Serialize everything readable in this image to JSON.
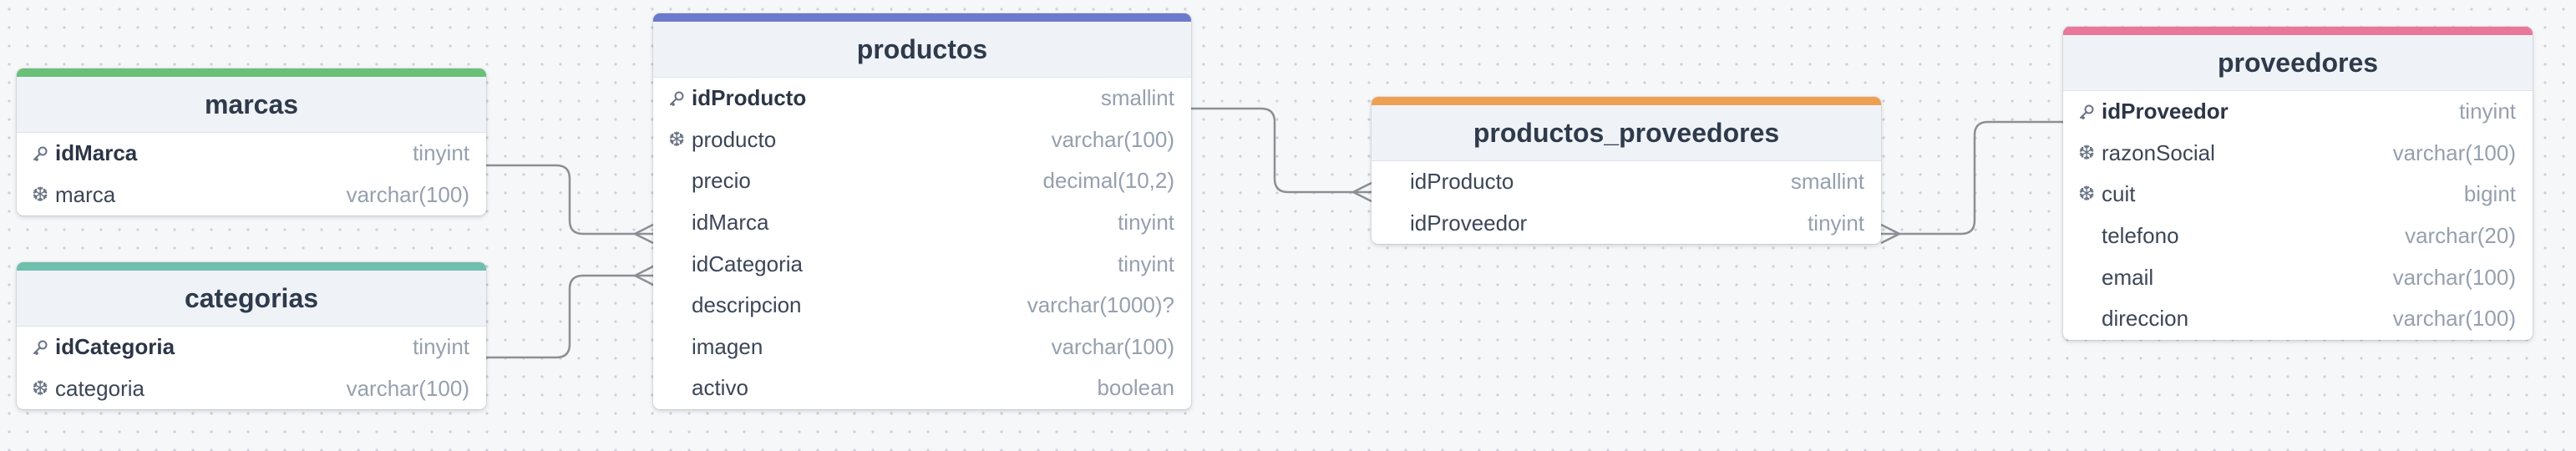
{
  "colors": {
    "marcas": "#6ac078",
    "categorias": "#6fbfad",
    "productos": "#6b7acb",
    "productos_proveedores": "#eea052",
    "proveedores": "#e8779a",
    "connector": "#8c8f95"
  },
  "tables": {
    "marcas": {
      "title": "marcas",
      "columns": [
        {
          "name": "idMarca",
          "type": "tinyint",
          "icon": "key-icon",
          "pk": true
        },
        {
          "name": "marca",
          "type": "varchar(100)",
          "icon": "snowflake-icon",
          "pk": false
        }
      ]
    },
    "categorias": {
      "title": "categorias",
      "columns": [
        {
          "name": "idCategoria",
          "type": "tinyint",
          "icon": "key-icon",
          "pk": true
        },
        {
          "name": "categoria",
          "type": "varchar(100)",
          "icon": "snowflake-icon",
          "pk": false
        }
      ]
    },
    "productos": {
      "title": "productos",
      "columns": [
        {
          "name": "idProducto",
          "type": "smallint",
          "icon": "key-icon",
          "pk": true
        },
        {
          "name": "producto",
          "type": "varchar(100)",
          "icon": "snowflake-icon",
          "pk": false
        },
        {
          "name": "precio",
          "type": "decimal(10,2)",
          "icon": "",
          "pk": false
        },
        {
          "name": "idMarca",
          "type": "tinyint",
          "icon": "",
          "pk": false
        },
        {
          "name": "idCategoria",
          "type": "tinyint",
          "icon": "",
          "pk": false
        },
        {
          "name": "descripcion",
          "type": "varchar(1000)?",
          "icon": "",
          "pk": false
        },
        {
          "name": "imagen",
          "type": "varchar(100)",
          "icon": "",
          "pk": false
        },
        {
          "name": "activo",
          "type": "boolean",
          "icon": "",
          "pk": false
        }
      ]
    },
    "productos_proveedores": {
      "title": "productos_proveedores",
      "columns": [
        {
          "name": "idProducto",
          "type": "smallint",
          "icon": "",
          "pk": false
        },
        {
          "name": "idProveedor",
          "type": "tinyint",
          "icon": "",
          "pk": false
        }
      ]
    },
    "proveedores": {
      "title": "proveedores",
      "columns": [
        {
          "name": "idProveedor",
          "type": "tinyint",
          "icon": "key-icon",
          "pk": true
        },
        {
          "name": "razonSocial",
          "type": "varchar(100)",
          "icon": "snowflake-icon",
          "pk": false
        },
        {
          "name": "cuit",
          "type": "bigint",
          "icon": "snowflake-icon",
          "pk": false
        },
        {
          "name": "telefono",
          "type": "varchar(20)",
          "icon": "",
          "pk": false
        },
        {
          "name": "email",
          "type": "varchar(100)",
          "icon": "",
          "pk": false
        },
        {
          "name": "direccion",
          "type": "varchar(100)",
          "icon": "",
          "pk": false
        }
      ]
    }
  }
}
